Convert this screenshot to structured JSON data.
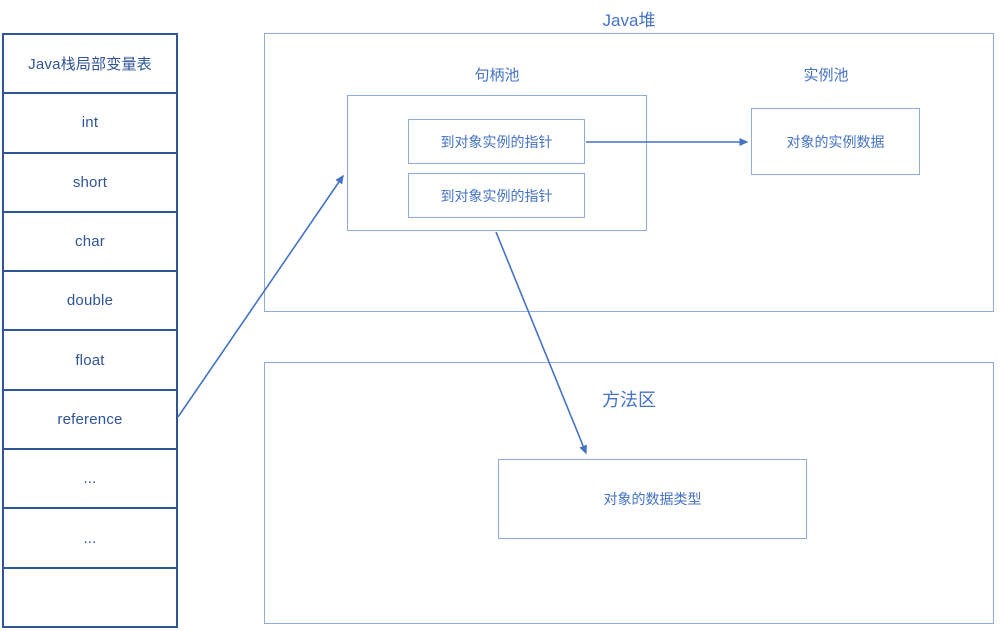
{
  "diagram": {
    "stack_table": {
      "title": "Java栈局部变量表",
      "rows": [
        "int",
        "short",
        "char",
        "double",
        "float",
        "reference",
        "...",
        "...",
        ""
      ]
    },
    "heap": {
      "title": "Java堆",
      "handle_pool": {
        "label": "句柄池",
        "pointers": [
          "到对象实例的指针",
          "到对象实例的指针"
        ]
      },
      "instance_pool": {
        "label": "实例池",
        "instance_data": "对象的实例数据"
      }
    },
    "method_area": {
      "title": "方法区",
      "data_type": "对象的数据类型"
    },
    "arrows": [
      {
        "name": "reference-to-handle-pool",
        "from": "stack-table-row-reference",
        "to": "handle-pool-box"
      },
      {
        "name": "pointer-to-instance-data",
        "from": "pointer-to-instance-box-1",
        "to": "instance-data-box"
      },
      {
        "name": "handle-pool-to-data-type",
        "from": "handle-pool-box",
        "to": "object-data-type-box"
      }
    ],
    "colors": {
      "table_border": "#2F5597",
      "table_text": "#2F5496",
      "region_border": "#8FAADC",
      "label_text": "#4472C4",
      "arrow": "#4472C4",
      "background": "#FFFFFF"
    }
  }
}
